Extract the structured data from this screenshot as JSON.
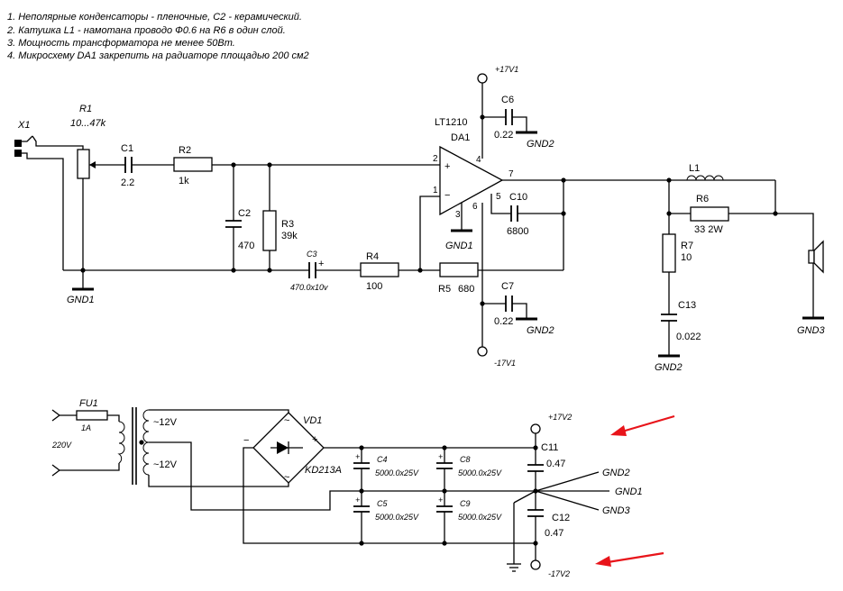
{
  "notes": [
    "1. Неполярные конденсаторы - пленочные, C2 - керамический.",
    "2. Катушка L1 - намотана проводо Ф0.6 на R6 в один слой.",
    "3. Мощность трансформатора не менее 50Вт.",
    "4. Микросхему DA1 закрепить на радиаторе площадью 200 см2"
  ],
  "amp": {
    "x1": "X1",
    "r1_name": "R1",
    "r1_value": "10...47k",
    "c1_name": "C1",
    "c1_value": "2.2",
    "r2_name": "R2",
    "r2_value": "1k",
    "c2_name": "C2",
    "c2_value": "470",
    "r3_name": "R3",
    "r3_value": "39k",
    "c3_name": "C3",
    "c3_value": "470.0x10v",
    "r4_name": "R4",
    "r4_value": "100",
    "r5_name": "R5",
    "r5_value": "680",
    "ic_part": "LT1210",
    "ic_name": "DA1",
    "pin1": "1",
    "pin2": "2",
    "pin3": "3",
    "pin4": "4",
    "pin5": "5",
    "pin6": "6",
    "pin7": "7",
    "plus_sign": "+",
    "minus_sign": "−",
    "c6_name": "C6",
    "c6_value": "0.22",
    "c7_name": "C7",
    "c7_value": "0.22",
    "c10_name": "C10",
    "c10_value": "6800",
    "l1_name": "L1",
    "r6_name": "R6",
    "r6_value": "33 2W",
    "r7_name": "R7",
    "r7_value": "10",
    "c13_name": "C13",
    "c13_value": "0.022",
    "vpos": "+17V1",
    "vneg": "-17V1",
    "gnd1_a": "GND1",
    "gnd1_b": "GND1",
    "gnd2_a": "GND2",
    "gnd2_b": "GND2",
    "gnd2_c": "GND2",
    "gnd3": "GND3"
  },
  "psu": {
    "fu1_name": "FU1",
    "fu1_value": "1A",
    "mains": "220V",
    "sec1": "~12V",
    "sec2": "~12V",
    "vd1_name": "VD1",
    "vd1_part": "KD213A",
    "minus": "−",
    "plus": "+",
    "c4_name": "C4",
    "c4_value": "5000.0x25V",
    "c5_name": "C5",
    "c5_value": "5000.0x25V",
    "c8_name": "C8",
    "c8_value": "5000.0x25V",
    "c9_name": "C9",
    "c9_value": "5000.0x25V",
    "c11_name": "C11",
    "c11_value": "0.47",
    "c12_name": "C12",
    "c12_value": "0.47",
    "vpos": "+17V2",
    "vneg": "-17V2",
    "gnd2": "GND2",
    "gnd1": "GND1",
    "gnd3": "GND3",
    "plus_mark": "+",
    "tilde": "~"
  },
  "colors": {
    "ink": "#000000",
    "annotation_arrow": "#e8141a",
    "background": "#ffffff"
  }
}
